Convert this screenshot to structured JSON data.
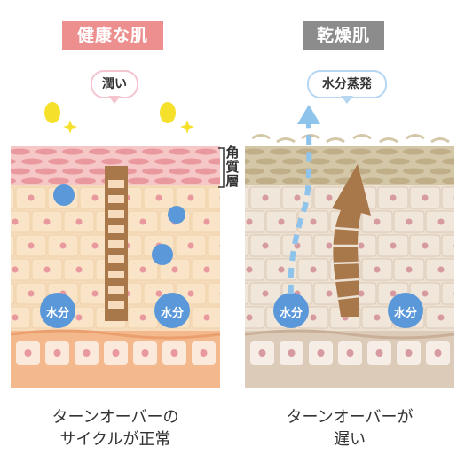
{
  "healthy": {
    "title": "健康な肌",
    "bubble": "潤い",
    "moisture_labels": [
      "水分",
      "水分"
    ],
    "caption_lines": [
      "ターンオーバーの",
      "サイクルが正常"
    ]
  },
  "dry": {
    "title": "乾燥肌",
    "bubble": "水分蒸発",
    "moisture_labels": [
      "水分",
      "水分"
    ],
    "caption_lines": [
      "ターンオーバーが",
      "遅い"
    ]
  },
  "stratum_corneum_label": [
    "角",
    "質",
    "層"
  ],
  "colors": {
    "healthy_badge": "#ec8f8e",
    "dry_badge": "#8c8c8c",
    "moisture": "#5b98d9",
    "healthy_bubble_border": "#f4c4cf",
    "dry_bubble_border": "#b6d6f2",
    "shine": "#f5e12c",
    "arrow_brown": "#a8774a",
    "evaporation_arrow": "#8ec3ec"
  }
}
